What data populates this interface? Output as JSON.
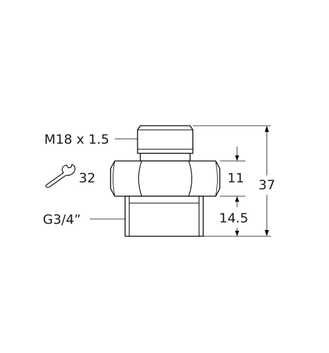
{
  "labels": {
    "thread_top": "M18 x 1.5",
    "wrench_size": "32",
    "hex_height": "11",
    "thread_bottom": "G3/4”",
    "bottom_thread_length": "14.5",
    "total_height": "37"
  },
  "icons": {
    "wrench": "wrench-icon"
  },
  "colors": {
    "line": "#000000",
    "text": "#1a1a1a",
    "background": "#ffffff"
  }
}
